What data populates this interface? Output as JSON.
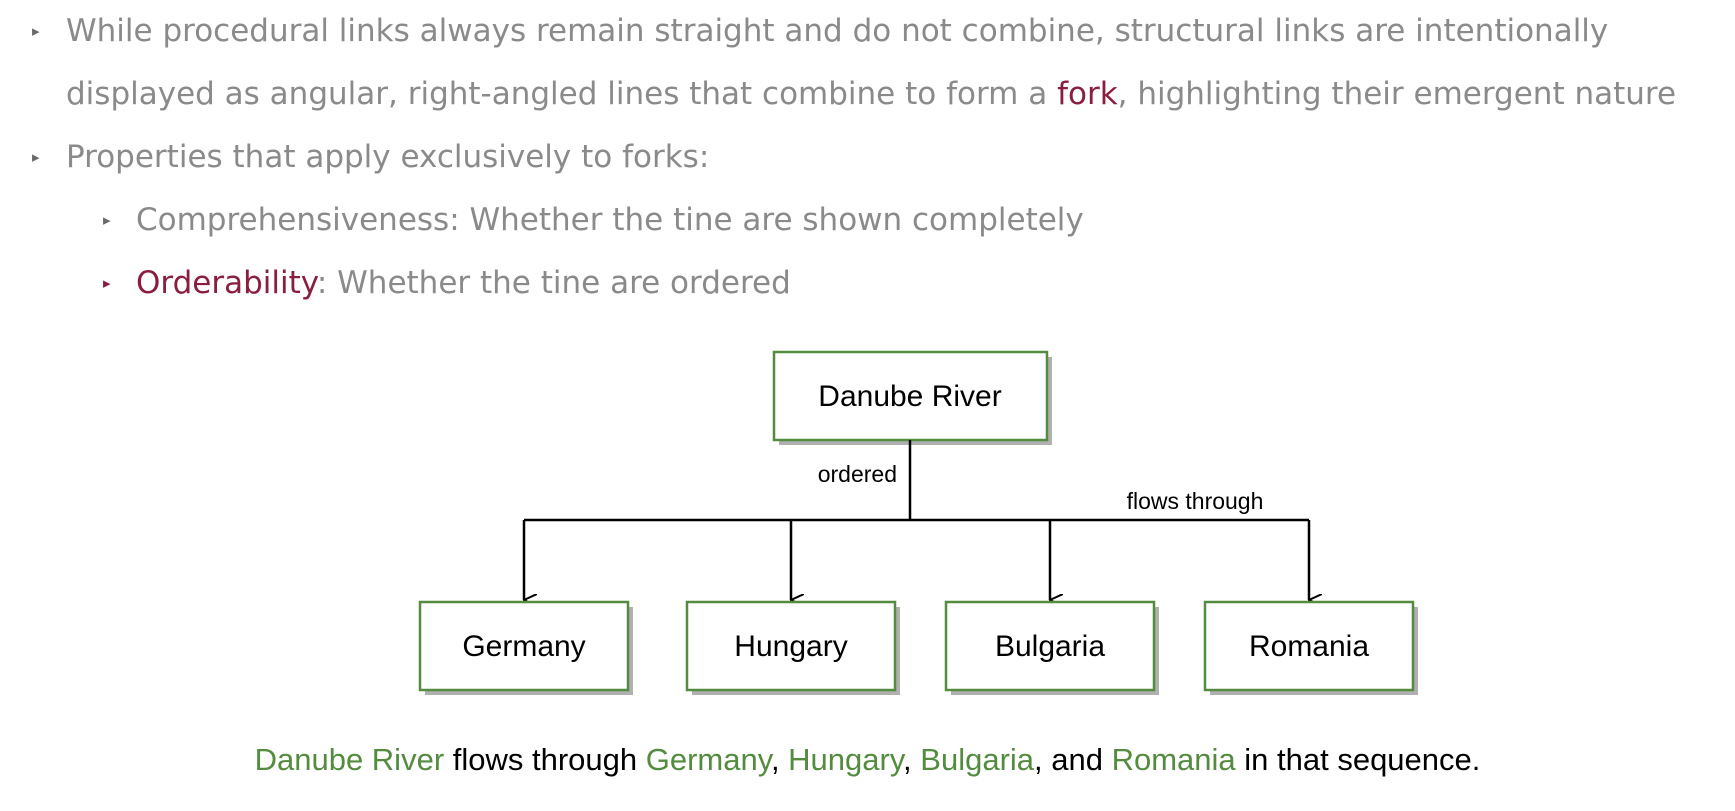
{
  "bullets": {
    "b1": {
      "part1": "While procedural links always remain straight and do not combine, structural links are intentionally displayed as angular, right-angled lines that combine to form a ",
      "accent": "fork",
      "part2": ", highlighting their emergent nature"
    },
    "b2": {
      "text": "Properties that apply exclusively to forks:"
    },
    "sub1": {
      "text": "Comprehensiveness: Whether the tine are shown completely"
    },
    "sub2": {
      "accent": "Orderability",
      "text": ": Whether the tine are ordered"
    }
  },
  "diagram": {
    "root": "Danube River",
    "ordered_label": "ordered",
    "relation_label": "flows through",
    "children": [
      "Germany",
      "Hungary",
      "Bulgaria",
      "Romania"
    ]
  },
  "caption": {
    "subject": "Danube River",
    "verb": " flows through ",
    "c1": "Germany",
    "sep1": ", ",
    "c2": "Hungary",
    "sep2": ", ",
    "c3": "Bulgaria",
    "sep3": ", and ",
    "c4": "Romania",
    "tail": " in that sequence."
  },
  "colors": {
    "accent": "#8b1e3f",
    "node_border": "#538b3f",
    "body_text": "#8a8a8a",
    "shadow": "#aaaaaa"
  }
}
